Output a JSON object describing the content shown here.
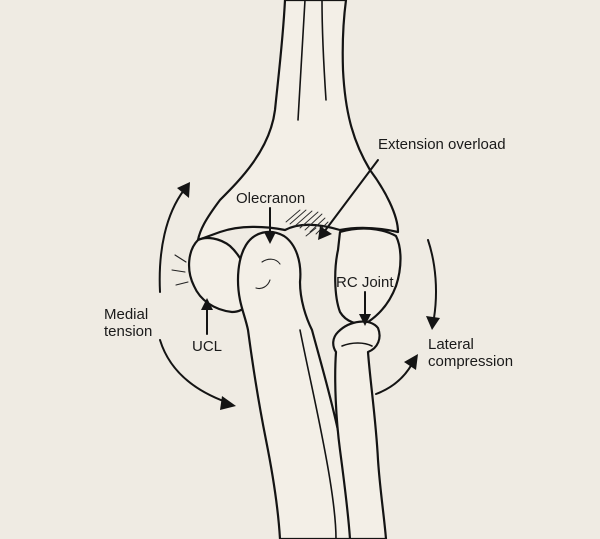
{
  "labels": {
    "extension_overload": "Extension overload",
    "olecranon": "Olecranon",
    "rc_joint": "RC Joint",
    "medial_line1": "Medial",
    "medial_line2": "tension",
    "ucl": "UCL",
    "lateral_line1": "Lateral",
    "lateral_line2": "compression"
  }
}
